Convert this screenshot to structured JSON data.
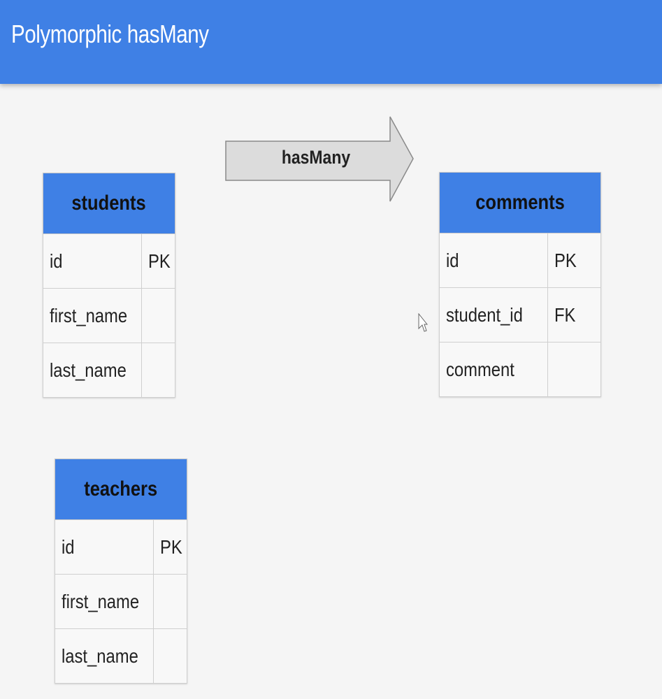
{
  "slide": {
    "title": "Polymorphic hasMany"
  },
  "relationship": {
    "label": "hasMany"
  },
  "tables": {
    "students": {
      "name": "students",
      "rows": [
        {
          "column": "id",
          "key": "PK"
        },
        {
          "column": "first_name",
          "key": ""
        },
        {
          "column": "last_name",
          "key": ""
        }
      ]
    },
    "comments": {
      "name": "comments",
      "rows": [
        {
          "column": "id",
          "key": "PK"
        },
        {
          "column": "student_id",
          "key": "FK"
        },
        {
          "column": "comment",
          "key": ""
        }
      ]
    },
    "teachers": {
      "name": "teachers",
      "rows": [
        {
          "column": "id",
          "key": "PK"
        },
        {
          "column": "first_name",
          "key": ""
        },
        {
          "column": "last_name",
          "key": ""
        }
      ]
    }
  },
  "colors": {
    "header_blue": "#3f80e5",
    "background": "#f5f5f5",
    "arrow_fill": "#d9d9d9"
  },
  "icons": {
    "cursor": "mouse-pointer-icon"
  }
}
